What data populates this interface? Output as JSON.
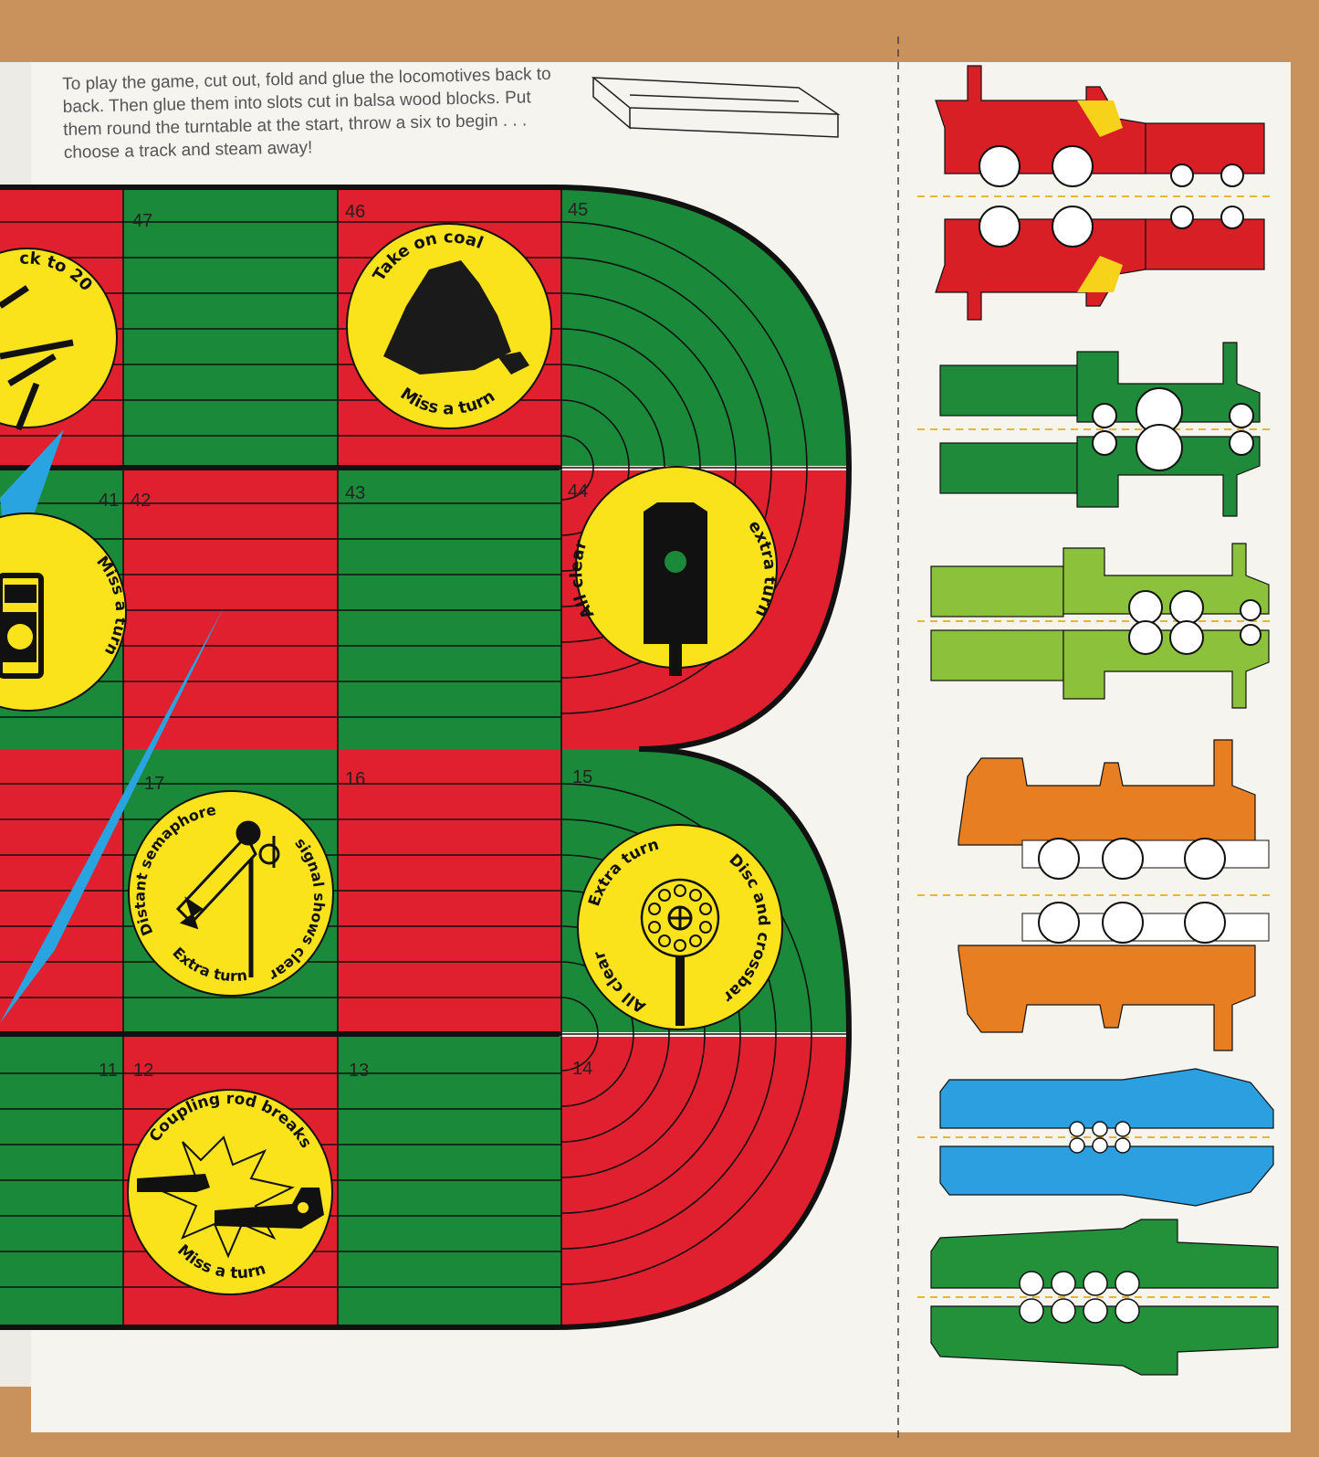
{
  "instructions": "To play the game, cut out, fold and glue the locomotives back to back. Then glue them into slots cut in balsa wood blocks. Put them round the turntable at the start, throw a six to begin . . . choose a  track and steam away!",
  "squares": {
    "s47": "47",
    "s46": "46",
    "s45": "45",
    "s41": "41",
    "s42": "42",
    "s43": "43",
    "s44": "44",
    "s17": "17",
    "s16": "16",
    "s15": "15",
    "s11": "11",
    "s12": "12",
    "s13": "13",
    "s14": "14"
  },
  "discs": {
    "back_to_20": {
      "text": "ck to 20"
    },
    "take_on_coal": {
      "top": "Take on coal",
      "bottom": "Miss a turn"
    },
    "lamp": {
      "text": "Miss a turn"
    },
    "all_clear_signal": {
      "left": "All clear",
      "right": "extra turn"
    },
    "distant_semaphore": {
      "top": "Distant semaphore",
      "right": "signal shows clear",
      "bottom": "Extra turn"
    },
    "disc_and_crossbar": {
      "top": "Extra turn",
      "right": "Disc and crossbar",
      "left": "All clear"
    },
    "coupling_rod": {
      "top": "Coupling rod breaks",
      "bottom": "Miss a turn"
    }
  },
  "colors": {
    "red": "#e01f2f",
    "green": "#1a8a3a",
    "yellow": "#fbe31c",
    "blue": "#2aa4e0",
    "paper": "#f5f4ef",
    "loco_red": "#d81f26",
    "loco_green": "#1f8a3a",
    "loco_lime": "#8cc23b",
    "loco_orange": "#e87e22",
    "loco_blue": "#2c9fe0",
    "loco_green2": "#23913a"
  },
  "locomotives": [
    {
      "name": "red-loco",
      "color": "loco_red"
    },
    {
      "name": "green-loco",
      "color": "loco_green"
    },
    {
      "name": "lime-loco",
      "color": "loco_lime"
    },
    {
      "name": "orange-loco",
      "color": "loco_orange"
    },
    {
      "name": "blue-streamliner",
      "color": "loco_blue"
    },
    {
      "name": "green-pacific",
      "color": "loco_green2"
    }
  ]
}
